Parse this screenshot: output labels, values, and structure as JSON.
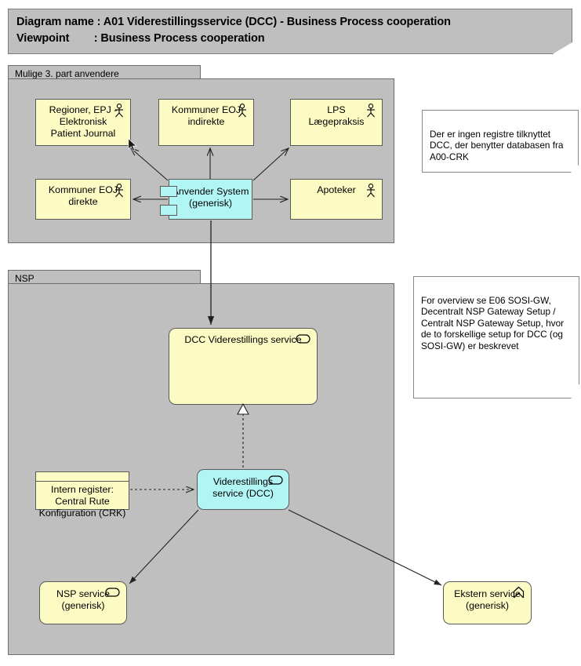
{
  "header": {
    "line1_key": "Diagram name",
    "line1_sep": ": ",
    "line1_value": "A01 Viderestillingsservice (DCC) - Business Process cooperation",
    "line1_full": "Diagram name : A01 Viderestillingsservice (DCC) - Business Process cooperation",
    "line2_key": "Viewpoint",
    "line2_sep": ": ",
    "line2_value": "Business Process cooperation",
    "line2_full": "Viewpoint        : Business Process cooperation"
  },
  "groups": [
    {
      "id": "group-3part",
      "label": "Mulige 3. part anvendere"
    },
    {
      "id": "group-nsp",
      "label": "NSP"
    }
  ],
  "nodes": {
    "regioner_epj": {
      "label": "Regioner, EPJ -\nElektronisk\nPatient Journal",
      "icon": "actor-icon",
      "fill": "#fdfbc4"
    },
    "kommuner_indirekte": {
      "label": "Kommuner EOJ\nindirekte",
      "icon": "actor-icon",
      "fill": "#fdfbc4"
    },
    "lps_laegepraksis": {
      "label": "LPS\nLægepraksis",
      "icon": "actor-icon",
      "fill": "#fdfbc4"
    },
    "kommuner_direkte": {
      "label": "Kommuner EOJ\ndirekte",
      "icon": "actor-icon",
      "fill": "#fdfbc4"
    },
    "apoteker": {
      "label": "Apoteker",
      "icon": "actor-icon",
      "fill": "#fdfbc4"
    },
    "anvender_system": {
      "label": "Anvender System\n(generisk)",
      "icon": "component-icon",
      "fill": "#b2f5f5"
    },
    "dcc_viderestillings_service": {
      "label": "DCC Viderestillings service",
      "icon": "service-icon",
      "fill": "#fdfbc4"
    },
    "viderestillings_service_dcc": {
      "label": "Viderestillings\nservice (DCC)",
      "icon": "service-icon",
      "fill": "#b2f5f5"
    },
    "intern_register_crk": {
      "label": "Intern register:\nCentral Rute\nKonfiguration (CRK)",
      "icon": "object-icon",
      "fill": "#fdfbc4"
    },
    "nsp_service": {
      "label": "NSP service\n(generisk)",
      "icon": "service-icon",
      "fill": "#fdfbc4"
    },
    "ekstern_service": {
      "label": "Ekstern service\n(generisk)",
      "icon": "collaboration-icon",
      "fill": "#fdfbc4"
    }
  },
  "notes": {
    "note_1": "Der er ingen registre tilknyttet DCC, der benytter databasen fra A00-CRK",
    "note_2": "For overview se E06 SOSI-GW, Decentralt NSP Gateway Setup / Centralt NSP Gateway Setup, hvor de to forskellige setup for DCC (og SOSI-GW) er beskrevet"
  },
  "colors": {
    "group_fill": "#bfbfbf",
    "yellow_fill": "#fdfbc4",
    "cyan_fill": "#b2f5f5",
    "note_fill": "#ffffff",
    "line": "#333333",
    "border": "#5a5a5a"
  }
}
